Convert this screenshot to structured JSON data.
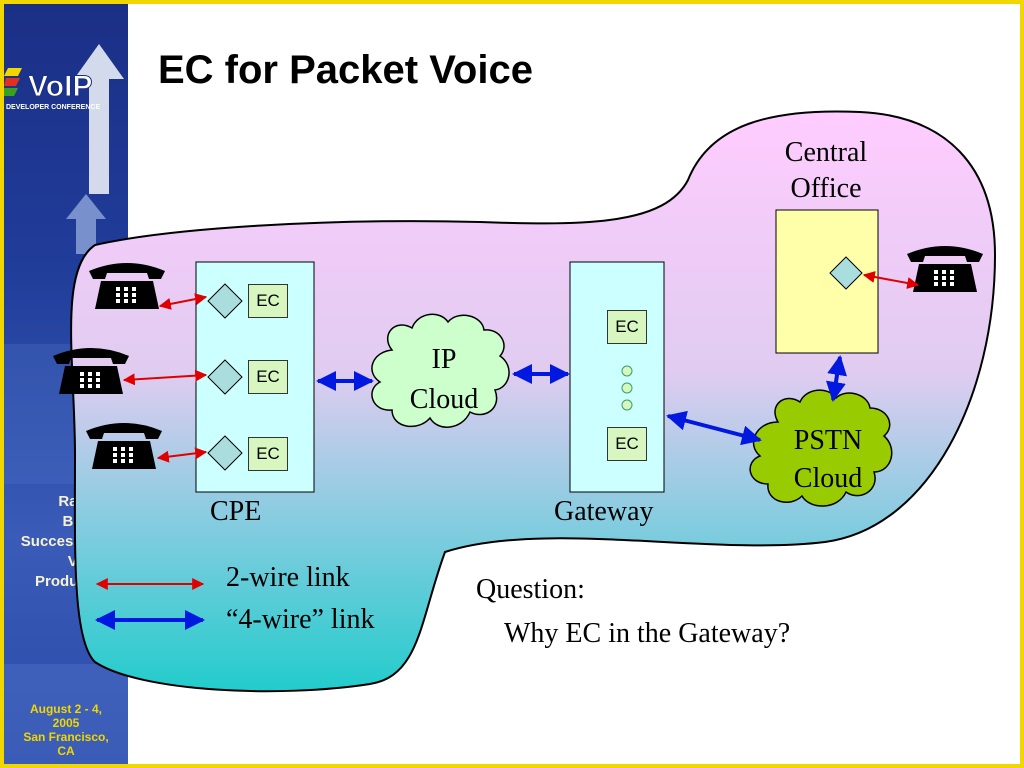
{
  "title": "EC for Packet Voice",
  "sidebar": {
    "logo_text": "VoIP",
    "logo_subtext": "DEVELOPER CONFERENCE",
    "tagline": [
      "Rapid",
      "Build",
      "Successful",
      "VoIP",
      "Products"
    ],
    "date_line1": "August 2 - 4,",
    "date_line2": "2005",
    "location_line1": "San Francisco,",
    "location_line2": "CA"
  },
  "diagram": {
    "central_office_line1": "Central",
    "central_office_line2": "Office",
    "cpe_label": "CPE",
    "gateway_label": "Gateway",
    "ip_cloud_line1": "IP",
    "ip_cloud_line2": "Cloud",
    "pstn_cloud_line1": "PSTN",
    "pstn_cloud_line2": "Cloud",
    "ec_label": "EC"
  },
  "legend": {
    "two_wire": "2-wire link",
    "four_wire": "“4-wire” link"
  },
  "question": {
    "line1": "Question:",
    "line2": "Why EC in the Gateway?"
  },
  "colors": {
    "frame": "#f2d600",
    "two_wire_arrow": "#e00000",
    "four_wire_arrow": "#0018e0",
    "ip_cloud": "#ccffcc",
    "pstn_cloud": "#99cc00",
    "central_office": "#ffffaa",
    "equipment_box": "#ccffff"
  }
}
